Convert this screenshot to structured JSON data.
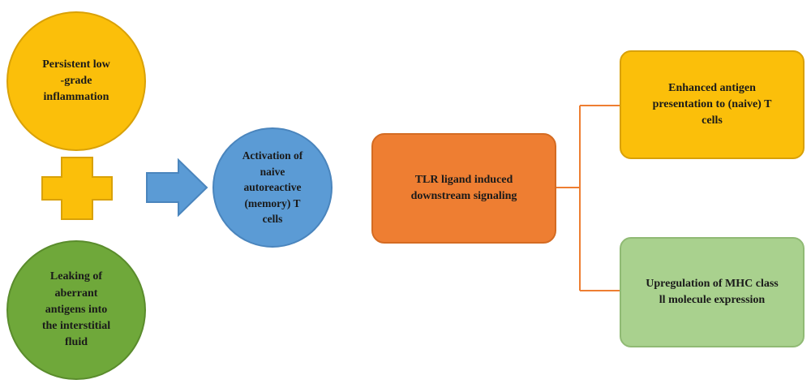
{
  "diagram": {
    "inflammation": {
      "lines": [
        "Persistent low",
        "-grade",
        "inflammation"
      ],
      "color": "#fbbf0a"
    },
    "leaking": {
      "lines": [
        "Leaking of",
        "aberrant",
        "antigens into",
        "the interstitial",
        "fluid"
      ],
      "color": "#6fa83a"
    },
    "activation": {
      "lines": [
        "Activation of",
        "naive",
        "autoreactive",
        "(memory) T",
        "cells"
      ],
      "color": "#5b9bd5"
    },
    "tlr": {
      "lines": [
        "TLR ligand induced",
        "downstream signaling"
      ],
      "color": "#ee7e32"
    },
    "antigen_presentation": {
      "lines": [
        "Enhanced antigen",
        "presentation to (naive) T",
        "cells"
      ],
      "color": "#fbbf0a"
    },
    "mhc": {
      "lines": [
        "Upregulation of MHC class",
        "ll molecule expression"
      ],
      "color": "#a9d18e"
    },
    "plus_icon": "plus-icon",
    "arrow_icon": "right-arrow-icon",
    "connector_color": "#ee7e32"
  }
}
